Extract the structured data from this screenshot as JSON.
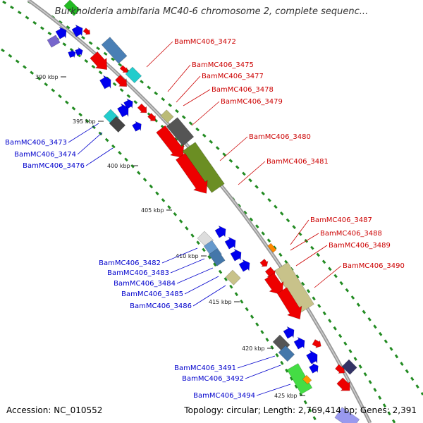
{
  "title": "Burkholderia ambifaria MC40-6 chromosome 2, complete sequenc...",
  "footer": {
    "accession_label": "Accession:",
    "accession": "NC_010552",
    "topology_label": "Topology:",
    "topology": "circular",
    "length_label": "Length:",
    "length": "2,769,414 bp",
    "genes_label": "Genes:",
    "genes": "2,391"
  },
  "kbp_ticks": [
    "390 kbp",
    "395 kbp",
    "400 kbp",
    "405 kbp",
    "410 kbp",
    "415 kbp",
    "420 kbp",
    "425 kbp"
  ],
  "forward_labels": [
    "BamMC406_3472",
    "BamMC406_3475",
    "BamMC406_3477",
    "BamMC406_3478",
    "BamMC406_3479",
    "BamMC406_3480",
    "BamMC406_3481",
    "BamMC406_3487",
    "BamMC406_3488",
    "BamMC406_3489",
    "BamMC406_3490"
  ],
  "reverse_labels": [
    "BamMC406_3473",
    "BamMC406_3474",
    "BamMC406_3476",
    "BamMC406_3482",
    "BamMC406_3483",
    "BamMC406_3484",
    "BamMC406_3485",
    "BamMC406_3486",
    "BamMC406_3491",
    "BamMC406_3492",
    "BamMC406_3494"
  ],
  "colors": {
    "backbone": "#999999",
    "forward_gene": "#ee0000",
    "reverse_gene": "#0000ee",
    "forward_label": "#cc0000",
    "reverse_label": "#0000cc",
    "track_dots": "#228b22"
  }
}
